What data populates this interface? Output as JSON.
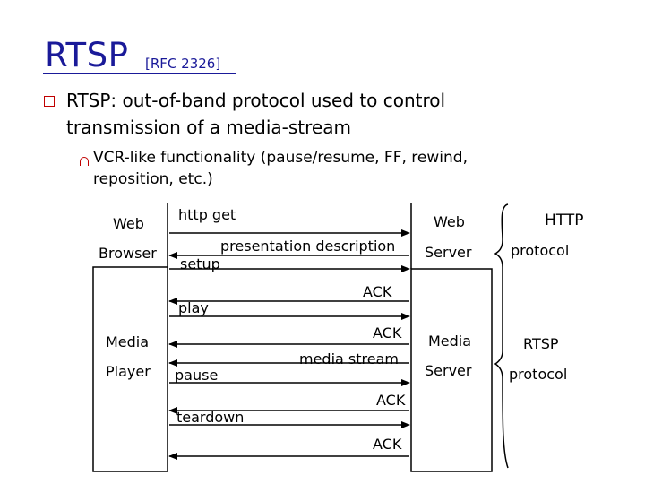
{
  "slide": {
    "title": "RTSP",
    "title_ref": "[RFC 2326]",
    "bullet1": {
      "line1": "RTSP: out-of-band protocol used to control",
      "line2": "transmission of a media-stream"
    },
    "sub_bullet": {
      "line1": "VCR-like functionality (pause/resume, FF, rewind,",
      "line2": "reposition, etc.)"
    }
  },
  "diagram": {
    "client_labels": {
      "web": "Web",
      "browser": "Browser",
      "media": "Media",
      "player": "Player"
    },
    "server_labels": {
      "web": "Web",
      "server1": "Server",
      "media": "Media",
      "server2": "Server"
    },
    "messages": {
      "http_get": "http get",
      "presentation_description": "presentation description",
      "setup": "setup",
      "ack1": "ACK",
      "play": "play",
      "ack2": "ACK",
      "media_stream": "media stream",
      "pause": "pause",
      "ack3": "ACK",
      "teardown": "teardown",
      "ack4": "ACK"
    },
    "protocols": {
      "http_line1": "HTTP",
      "http_line2": "protocol",
      "rtsp_line1": "RTSP",
      "rtsp_line2": "protocol"
    }
  }
}
